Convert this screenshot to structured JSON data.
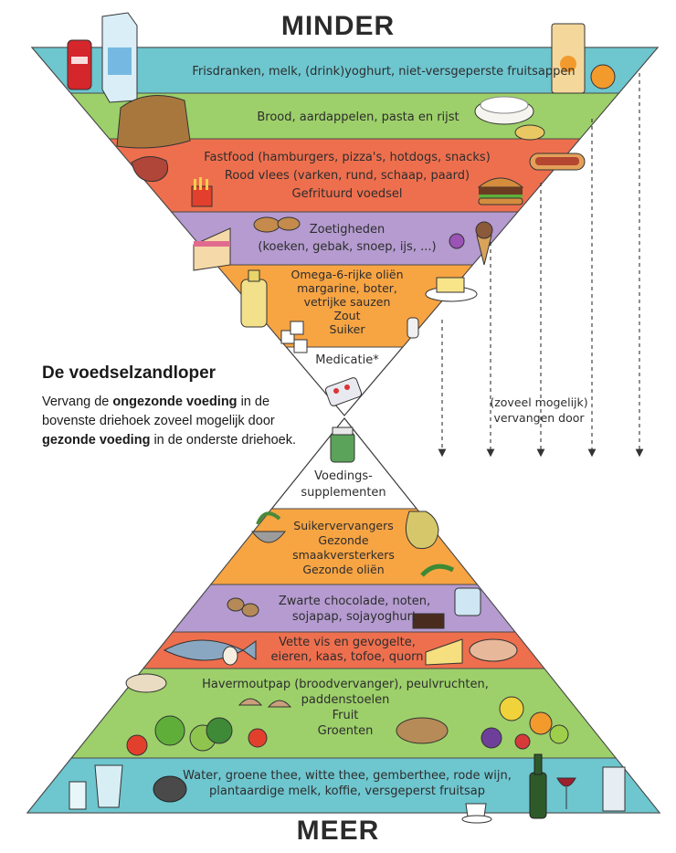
{
  "header": {
    "top_label": "MINDER",
    "bottom_label": "MEER"
  },
  "top_triangle": {
    "bands": [
      {
        "lines": [
          "Frisdranken, melk, (drink)yoghurt, niet-versgeperste fruitsappen"
        ],
        "color": "#6ec6cf"
      },
      {
        "lines": [
          "Brood, aardappelen, pasta en rijst"
        ],
        "color": "#9dd06a"
      },
      {
        "lines": [
          "Fastfood (hamburgers, pizza's, hotdogs, snacks)",
          "Rood vlees (varken, rund, schaap, paard)",
          "Gefrituurd voedsel"
        ],
        "color": "#ee6f4e"
      },
      {
        "lines": [
          "Zoetigheden",
          "(koeken, gebak, snoep, ijs, ...)"
        ],
        "color": "#b59bd0"
      },
      {
        "lines": [
          "Omega-6-rijke oliën",
          "margarine, boter,",
          "vetrijke sauzen",
          "Zout",
          "Suiker"
        ],
        "color": "#f7a443"
      }
    ],
    "apex_label": "Medicatie*"
  },
  "bottom_triangle": {
    "apex_label_lines": [
      "Voedings-",
      "supplementen"
    ],
    "bands": [
      {
        "lines": [
          "Suikervervangers",
          "Gezonde",
          "smaakversterkers",
          "Gezonde oliën"
        ],
        "color": "#f7a443"
      },
      {
        "lines": [
          "Zwarte chocolade, noten,",
          "sojapap, sojayoghurt"
        ],
        "color": "#b59bd0"
      },
      {
        "lines": [
          "Vette vis en gevogelte,",
          "eieren, kaas, tofoe, quorn"
        ],
        "color": "#ee6f4e"
      },
      {
        "lines": [
          "Havermoutpap (broodvervanger), peulvruchten,",
          "paddenstoelen",
          "Fruit",
          "Groenten"
        ],
        "color": "#9dd06a"
      },
      {
        "lines": [
          "Water, groene thee, witte thee, gemberthee, rode wijn,",
          "plantaardige melk, koffie, versgeperst fruitsap"
        ],
        "color": "#6ec6cf"
      }
    ]
  },
  "legend": {
    "title": "De voedselzandloper",
    "text_parts": [
      {
        "text": "Vervang de ",
        "bold": false
      },
      {
        "text": "ongezonde voeding",
        "bold": true
      },
      {
        "text": " in de bovenste driehoek zoveel mogelijk door ",
        "bold": false
      },
      {
        "text": "gezonde voeding",
        "bold": true
      },
      {
        "text": " in de onderste driehoek.",
        "bold": false
      }
    ]
  },
  "replacement_note": [
    "(zoveel mogelijk)",
    "vervangen door"
  ]
}
